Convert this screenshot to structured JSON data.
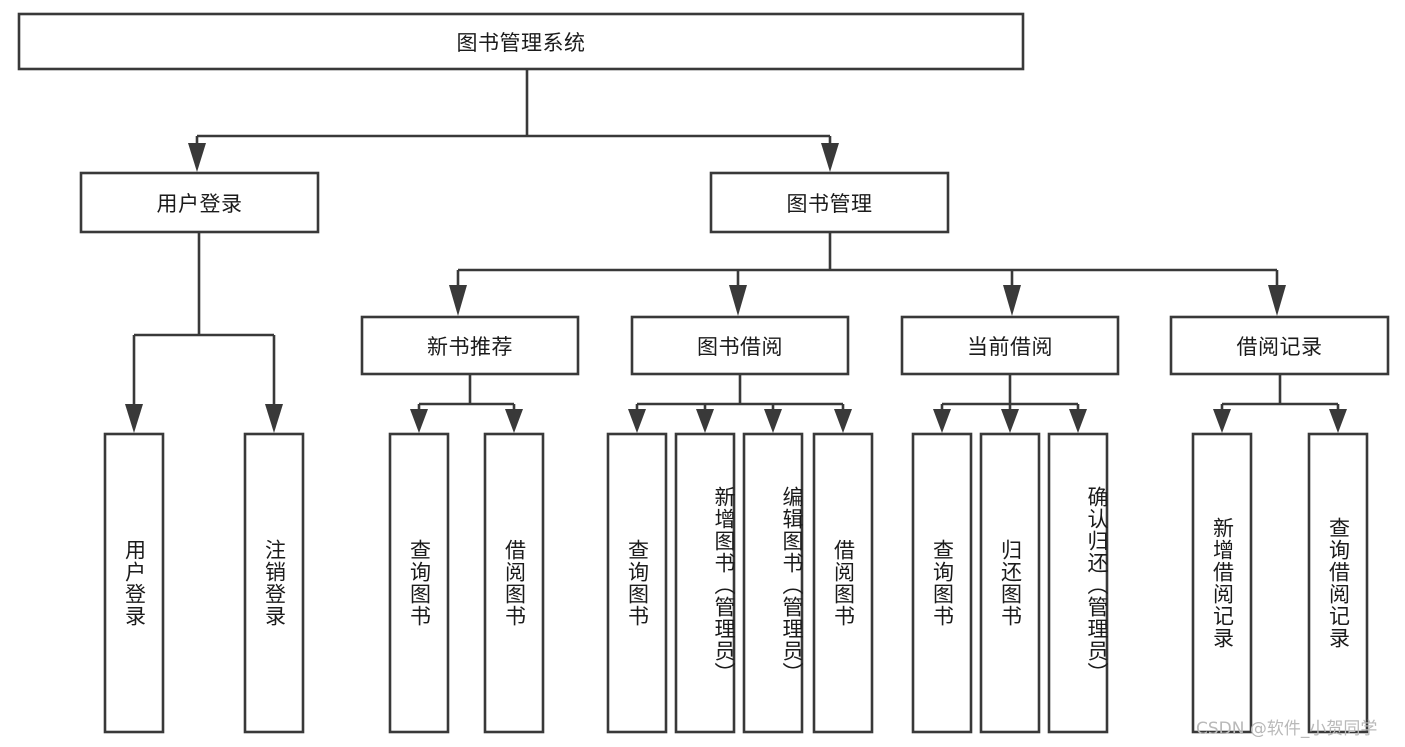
{
  "diagram": {
    "type": "tree-hierarchy",
    "title": "图书管理系统",
    "watermark": "CSDN @软件_小贺同学",
    "colors": {
      "stroke": "#393939",
      "fill": "#ffffff",
      "text": "#1b1b1b",
      "watermark": "#b9b9b9",
      "background": "#ffffff"
    },
    "levels": {
      "root": {
        "label": "图书管理系统",
        "orientation": "horizontal"
      },
      "level1": [
        {
          "label": "用户登录",
          "orientation": "horizontal"
        },
        {
          "label": "图书管理",
          "orientation": "horizontal"
        }
      ],
      "level2": [
        {
          "label": "新书推荐",
          "orientation": "horizontal",
          "parent": "图书管理"
        },
        {
          "label": "图书借阅",
          "orientation": "horizontal",
          "parent": "图书管理"
        },
        {
          "label": "当前借阅",
          "orientation": "horizontal",
          "parent": "图书管理"
        },
        {
          "label": "借阅记录",
          "orientation": "horizontal",
          "parent": "图书管理"
        }
      ],
      "leaves": [
        {
          "label": "用户登录",
          "orientation": "vertical",
          "parent": "用户登录"
        },
        {
          "label": "注销登录",
          "orientation": "vertical",
          "parent": "用户登录"
        },
        {
          "label": "查询图书",
          "orientation": "vertical",
          "parent": "新书推荐"
        },
        {
          "label": "借阅图书",
          "orientation": "vertical",
          "parent": "新书推荐"
        },
        {
          "label": "查询图书",
          "orientation": "vertical",
          "parent": "图书借阅"
        },
        {
          "label": "新增图书（管理员）",
          "orientation": "vertical",
          "parent": "图书借阅"
        },
        {
          "label": "编辑图书（管理员）",
          "orientation": "vertical",
          "parent": "图书借阅"
        },
        {
          "label": "借阅图书",
          "orientation": "vertical",
          "parent": "图书借阅"
        },
        {
          "label": "查询图书",
          "orientation": "vertical",
          "parent": "当前借阅"
        },
        {
          "label": "归还图书",
          "orientation": "vertical",
          "parent": "当前借阅"
        },
        {
          "label": "确认归还（管理员）",
          "orientation": "vertical",
          "parent": "当前借阅"
        },
        {
          "label": "新增借阅记录",
          "orientation": "vertical",
          "parent": "借阅记录"
        },
        {
          "label": "查询借阅记录",
          "orientation": "vertical",
          "parent": "借阅记录"
        }
      ]
    }
  }
}
